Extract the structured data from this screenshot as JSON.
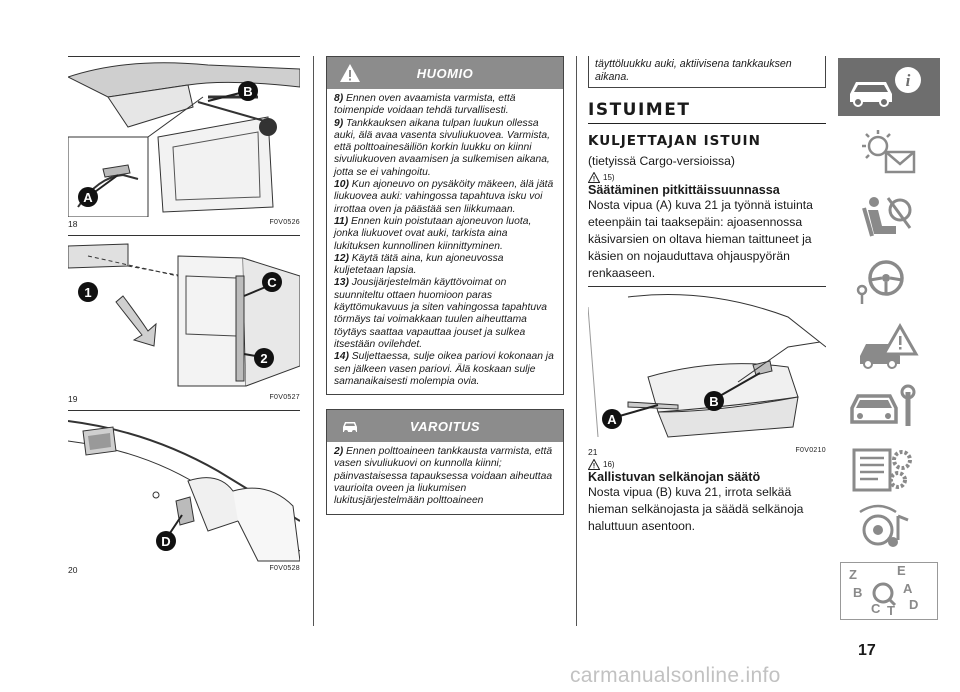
{
  "figures": [
    {
      "number": "18",
      "code": "F0V0526",
      "labels": [
        "A",
        "B"
      ]
    },
    {
      "number": "19",
      "code": "F0V0527",
      "labels": [
        "1",
        "C",
        "2"
      ]
    },
    {
      "number": "20",
      "code": "F0V0528",
      "labels": [
        "D"
      ]
    }
  ],
  "huomio": {
    "title": "HUOMIO",
    "items": [
      {
        "num": "8)",
        "text": "Ennen oven avaamista varmista, että toimenpide voidaan tehdä turvallisesti."
      },
      {
        "num": "9)",
        "text": "Tankkauksen aikana tulpan luukun ollessa auki, älä avaa vasenta sivuliukuovea. Varmista, että polttoainesäiliön korkin luukku on kiinni sivuliukuoven avaamisen ja sulkemisen aikana, jotta se ei vahingoitu."
      },
      {
        "num": "10)",
        "text": "Kun ajoneuvo on pysäköity mäkeen, älä jätä liukuovea auki: vahingossa tapahtuva isku voi irrottaa oven ja päästää sen liikkumaan."
      },
      {
        "num": "11)",
        "text": "Ennen kuin poistutaan ajoneuvon luota, jonka liukuovet ovat auki, tarkista aina lukituksen kunnollinen kiinnittyminen."
      },
      {
        "num": "12)",
        "text": "Käytä tätä aina, kun ajoneuvossa kuljetetaan lapsia."
      },
      {
        "num": "13)",
        "text": "Jousijärjestelmän käyttövoimat on suunniteltu ottaen huomioon paras käyttömukavuus ja siten vahingossa tapahtuva törmäys tai voimakkaan tuulen aiheuttama töytäys saattaa vapauttaa jouset ja sulkea itsestään ovilehdet."
      },
      {
        "num": "14)",
        "text": "Suljettaessa, sulje oikea pariovi kokonaan ja sen jälkeen vasen pariovi. Älä koskaan sulje samanaikaisesti molempia ovia."
      }
    ]
  },
  "varoitus": {
    "title": "VAROITUS",
    "items": [
      {
        "num": "2)",
        "text": "Ennen polttoaineen tankkausta varmista, että vasen sivuliukuovi on kunnolla kiinni; päinvastaisessa tapauksessa voidaan aiheuttaa vaurioita oveen ja liukumisen lukitusjärjestelmään polttoaineen"
      }
    ]
  },
  "col3": {
    "continuation": "täyttöluukku auki, aktiivisena tankkauksen aikana.",
    "section_title": "ISTUIMET",
    "sub_title": "KULJETTAJAN ISTUIN",
    "note": "(tietyissä Cargo-versioissa)",
    "ref1": "15)",
    "h1": "Säätäminen pitkittäissuunnassa",
    "p1": "Nosta vipua (A) kuva 21 ja työnnä istuinta eteenpäin tai taaksepäin: ajoasennossa käsivarsien on oltava hieman taittuneet ja käsien on nojauduttava ohjauspyörän renkaaseen.",
    "fig": {
      "number": "21",
      "code": "F0V0210",
      "labels": [
        "A",
        "B"
      ]
    },
    "ref2": "16)",
    "h2": "Kallistuvan selkänojan säätö",
    "p2": "Nosta vipua (B) kuva 21, irrota selkää hieman selkänojasta ja säädä selkänoja haluttuun asentoon."
  },
  "side_tabs": [
    {
      "icon": "car-info-icon",
      "active": true
    },
    {
      "icon": "sun-envelope-icon",
      "active": false
    },
    {
      "icon": "seat-airbag-icon",
      "active": false
    },
    {
      "icon": "steering-key-icon",
      "active": false
    },
    {
      "icon": "warning-car-icon",
      "active": false
    },
    {
      "icon": "car-wrench-icon",
      "active": false
    },
    {
      "icon": "list-gears-icon",
      "active": false
    },
    {
      "icon": "media-note-icon",
      "active": false
    },
    {
      "icon": "alphabet-index-icon",
      "active": false
    }
  ],
  "page_number": "17",
  "watermark": "carmanualsonline.info",
  "index_letters": [
    "Z",
    "E",
    "A",
    "B",
    "C",
    "T",
    "D"
  ]
}
